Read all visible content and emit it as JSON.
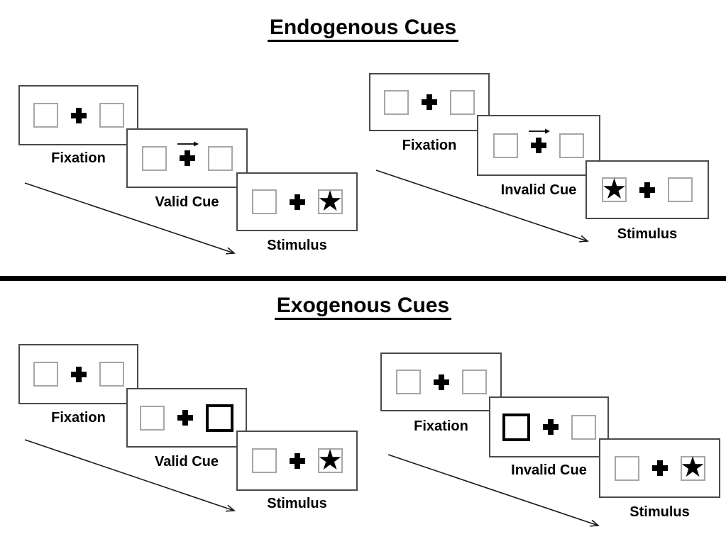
{
  "glyphs": {
    "star": "★"
  },
  "colors": {
    "ink": "#000000",
    "panel_border": "#4a4a4a",
    "square_border": "#a6a6a6",
    "divider": "#000000"
  },
  "endogenous": {
    "title": "Endogenous Cues",
    "valid_trial": {
      "fixation_label": "Fixation",
      "cue_label": "Valid Cue",
      "stimulus_label": "Stimulus"
    },
    "invalid_trial": {
      "fixation_label": "Fixation",
      "cue_label": "Invalid Cue",
      "stimulus_label": "Stimulus"
    }
  },
  "exogenous": {
    "title": "Exogenous Cues",
    "valid_trial": {
      "fixation_label": "Fixation",
      "cue_label": "Valid Cue",
      "stimulus_label": "Stimulus"
    },
    "invalid_trial": {
      "fixation_label": "Fixation",
      "cue_label": "Invalid Cue",
      "stimulus_label": "Stimulus"
    }
  }
}
